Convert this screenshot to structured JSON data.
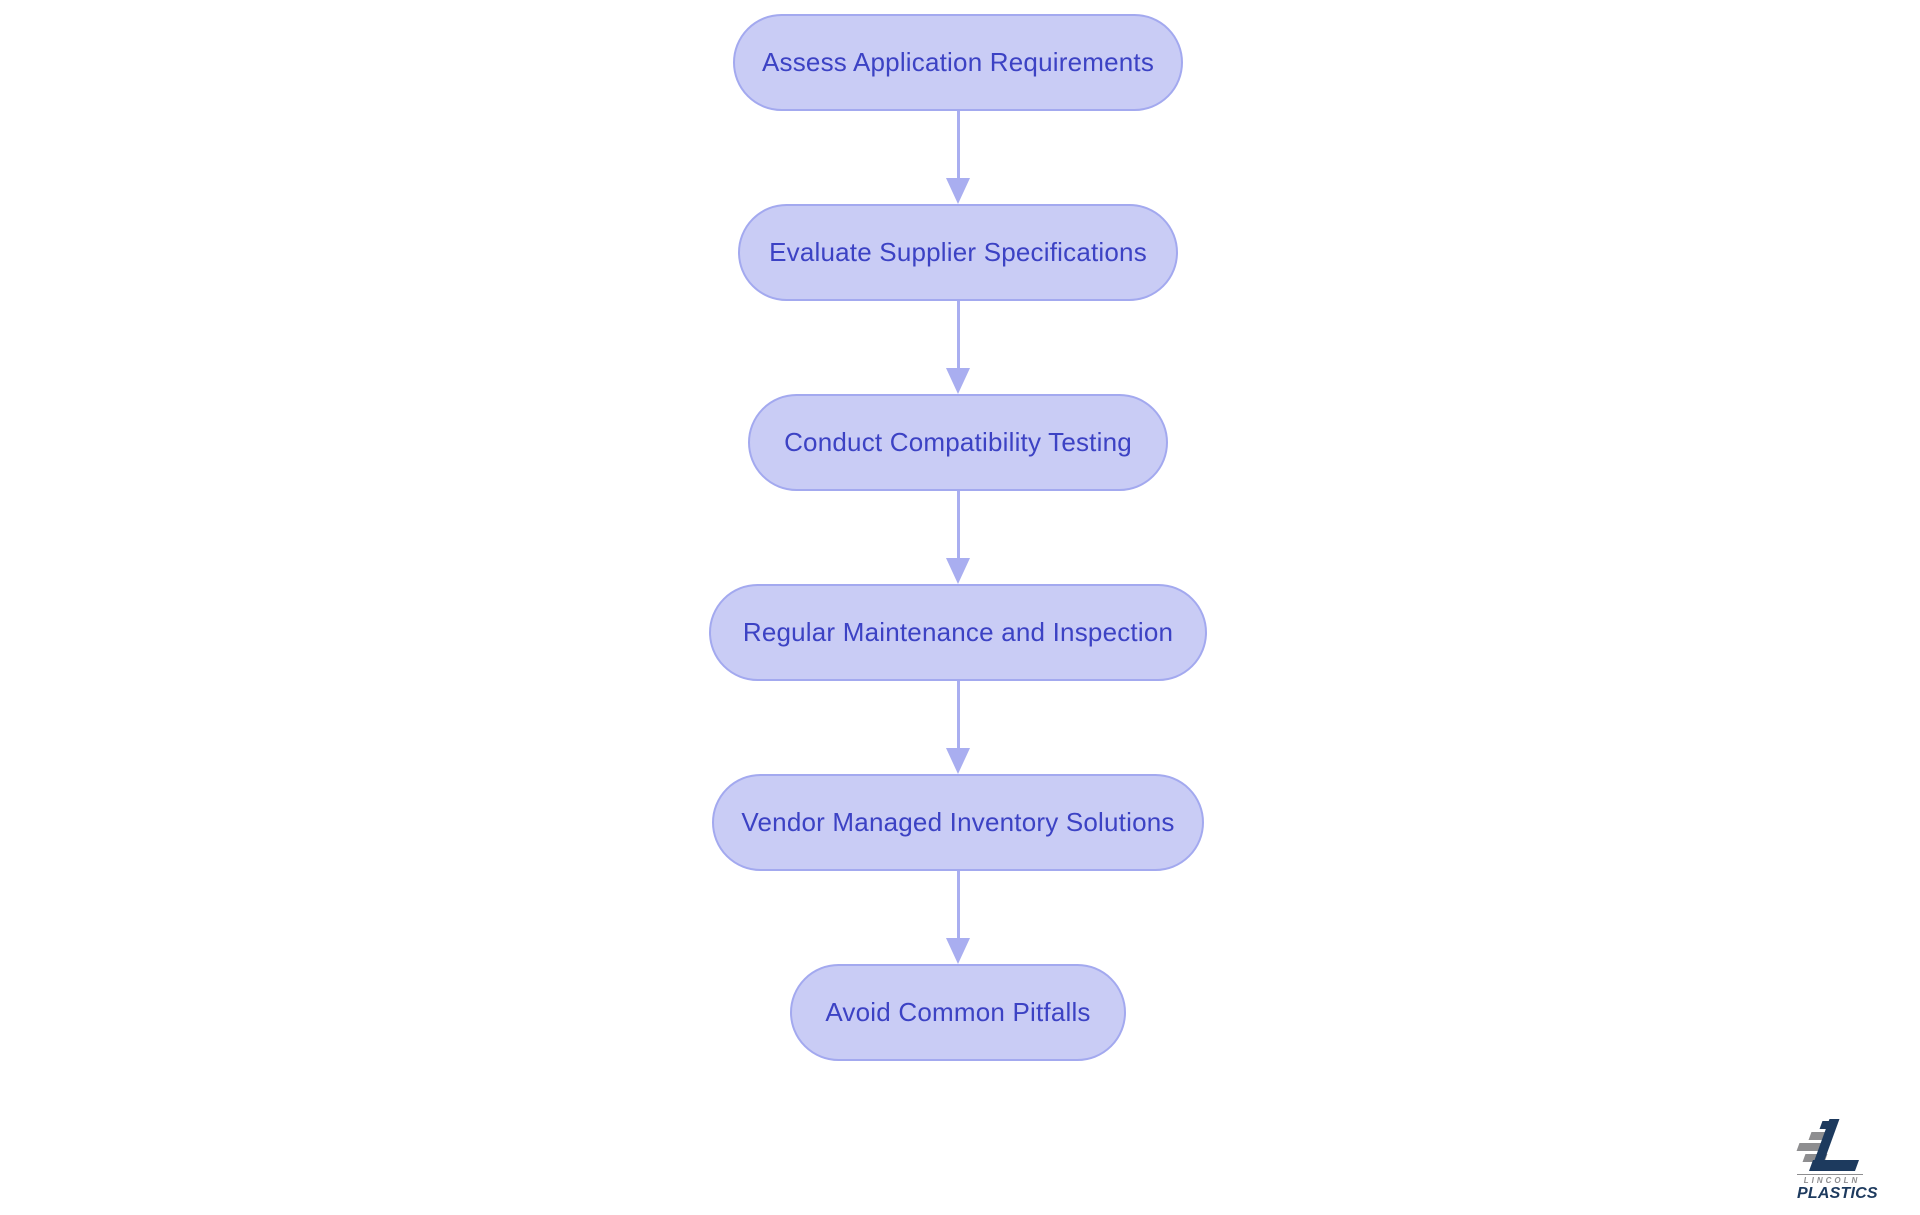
{
  "flowchart": {
    "type": "flowchart",
    "direction": "top-down",
    "nodes": [
      {
        "label": "Assess Application Requirements"
      },
      {
        "label": "Evaluate Supplier Specifications"
      },
      {
        "label": "Conduct Compatibility Testing"
      },
      {
        "label": "Regular Maintenance and Inspection"
      },
      {
        "label": "Vendor Managed Inventory Solutions"
      },
      {
        "label": "Avoid Common Pitfalls"
      }
    ],
    "edges": [
      {
        "from": 0,
        "to": 1
      },
      {
        "from": 1,
        "to": 2
      },
      {
        "from": 2,
        "to": 3
      },
      {
        "from": 3,
        "to": 4
      },
      {
        "from": 4,
        "to": 5
      }
    ],
    "colors": {
      "background": "#ffffff",
      "node_fill": "#c9ccf5",
      "node_border": "#a3a9ef",
      "node_text": "#3c42c4",
      "arrow": "#a9aef0"
    }
  },
  "logo": {
    "line1": "LINCOLN",
    "line2": "PLASTICS",
    "colors": {
      "navy": "#1d3a5e",
      "gray": "#8e8e90"
    }
  }
}
